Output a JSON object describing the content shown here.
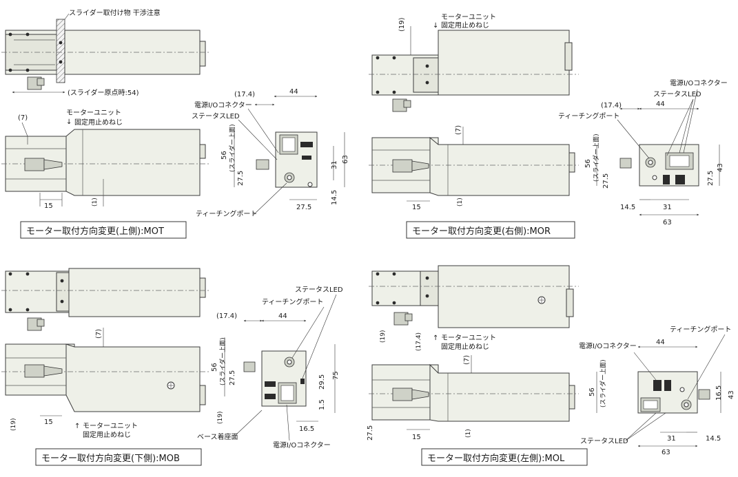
{
  "captions": {
    "mot": "モーター取付方向変更(上側):MOT",
    "mor": "モーター取付方向変更(右側):MOR",
    "mob": "モーター取付方向変更(下側):MOB",
    "mol": "モーター取付方向変更(左側):MOL"
  },
  "labels": {
    "slider_interference": "スライダー取付け物 干渉注意",
    "slider_origin": "(スライダー原点時:54)",
    "motor_unit": "モーターユニット",
    "fix_screw": "固定用止めねじ",
    "power_io": "電源I/Oコネクター",
    "status_led": "ステータスLED",
    "teaching_port": "ティーチングポート",
    "slider_top": "(スライダー上面)",
    "base_seat": "ベース着座面",
    "arrow_up": "↑",
    "arrow_down": "↓"
  },
  "dims": {
    "d17_4": "(17.4)",
    "d44": "44",
    "d56": "56",
    "d27_5": "27.5",
    "d31": "31",
    "d63": "63",
    "d14_5": "14.5",
    "d7": "(7)",
    "d15": "15",
    "d1": "(1)",
    "d19": "(19)",
    "d43": "43",
    "d75": "75",
    "d29_5": "29.5",
    "d1_5": "1.5",
    "d16_5": "16.5"
  },
  "colors": {
    "body_fill": "#eef0e8",
    "line": "#3b3b3b"
  }
}
